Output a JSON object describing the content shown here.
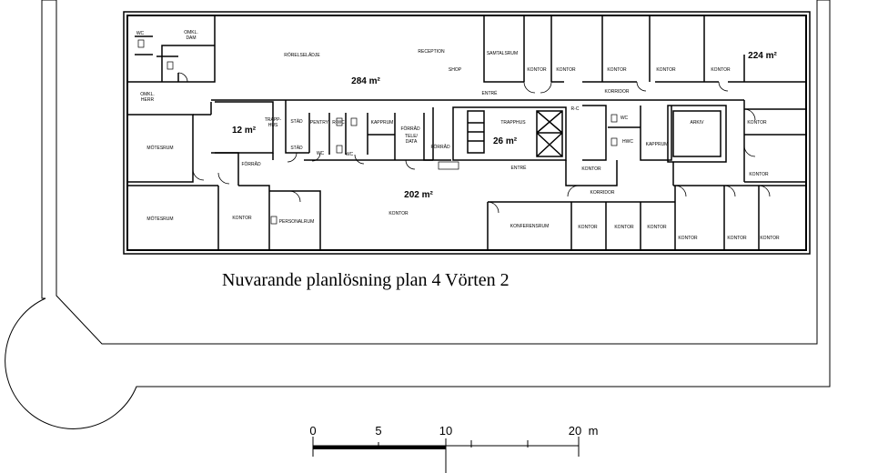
{
  "caption": "Nuvarande planlösning plan 4 Vörten 2",
  "areas": {
    "a284": "284 m²",
    "a224": "224 m²",
    "a202": "202 m²",
    "a26": "26 m²",
    "a12": "12 m²"
  },
  "rooms": {
    "wc_top": "WC",
    "omkl_dam": "OMKL.\nDAM",
    "omkl_herr": "OMKL.\nHERR",
    "motesrum1": "MÖTESRUM",
    "motesrum2": "MÖTESRUM",
    "forrad_left": "FÖRRÅD",
    "kontor_left": "KONTOR",
    "personalrum": "PERSONALRUM",
    "trapphus_left": "TRAPP-\nHUS",
    "stad1": "STÄD",
    "stad2": "STÄD",
    "pentry": "PENTRY",
    "wc_mid": "WC",
    "rwc": "R-WC",
    "wc_small": "WC",
    "kapprum1": "KAPPRUM",
    "forrad_mid1": "FÖRRÅD",
    "teledata": "TELE/\nDATA",
    "forrad_mid2": "FÖRRÅD",
    "rorelse": "RÖRELSELÄDJE",
    "reception": "RECEPTION",
    "shop": "SHOP",
    "samtalsrum": "SAMTALSRUM",
    "entre_top": "ENTRÉ",
    "trapphus_mid": "TRAPPHUS",
    "entre_mid": "ENTRÉ",
    "kontor_center": "KONTOR",
    "konferensrum": "KONFERENSRUM",
    "kontor_t1": "KONTOR",
    "kontor_t2": "KONTOR",
    "kontor_t3": "KONTOR",
    "kontor_t4": "KONTOR",
    "korridor_top": "KORRIDOR",
    "rc": "R-C",
    "wc_right": "WC",
    "hwc": "HWC",
    "kapprum2": "KAPPRUM",
    "arkiv": "ARKIV",
    "kontor_r1": "KONTOR",
    "kontor_r2": "KONTOR",
    "kontor_mid": "KONTOR",
    "korridor_mid": "KORRIDOR",
    "kontor_b1": "KONTOR",
    "kontor_b2": "KONTOR",
    "kontor_b3": "KONTOR",
    "kontor_b4": "KONTOR",
    "kontor_b5": "KONTOR",
    "kontor_b6": "KONTOR"
  },
  "scale": {
    "t0": "0",
    "t5": "5",
    "t10": "10",
    "t20": "20",
    "unit": "m"
  }
}
